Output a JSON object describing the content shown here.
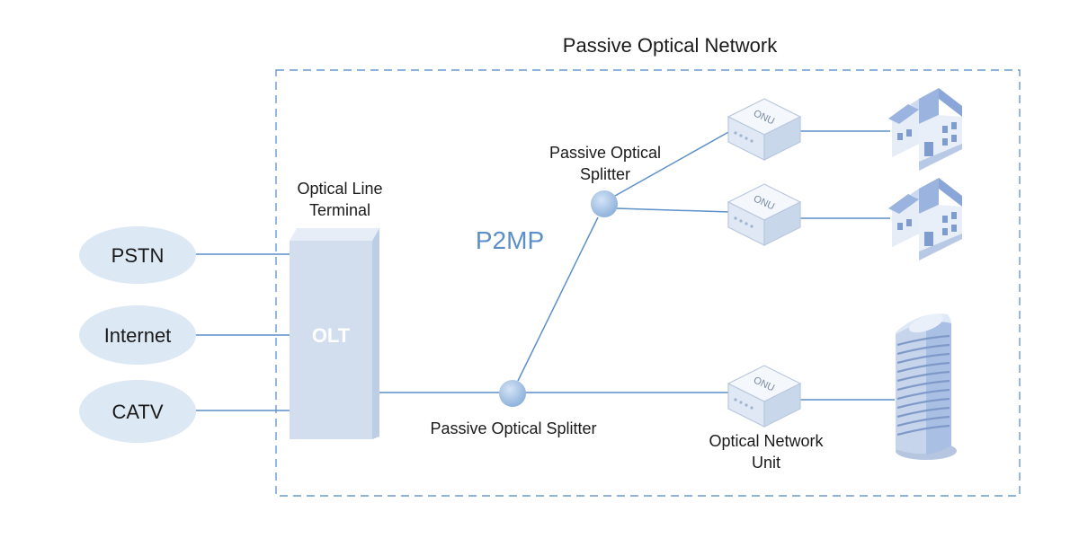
{
  "title": "Passive Optical Network",
  "sources": [
    "PSTN",
    "Internet",
    "CATV"
  ],
  "olt": {
    "caption_line1": "Optical Line",
    "caption_line2": "Terminal",
    "label": "OLT"
  },
  "mode_label": "P2MP",
  "splitter_main": {
    "label": "Passive Optical Splitter"
  },
  "splitter_secondary": {
    "label_line1": "Passive Optical",
    "label_line2": "Splitter"
  },
  "onu": {
    "badge": "ONU",
    "caption_line1": "Optical Network",
    "caption_line2": "Unit"
  },
  "colors": {
    "link": "#5b8fc9",
    "boundary": "#6a9bd0",
    "source_fill": "#dde8f5",
    "olt_front": "#d2deee",
    "olt_side": "#bccde4",
    "splitter": "#a8c6e8",
    "accent_text": "#5b8fc9"
  }
}
